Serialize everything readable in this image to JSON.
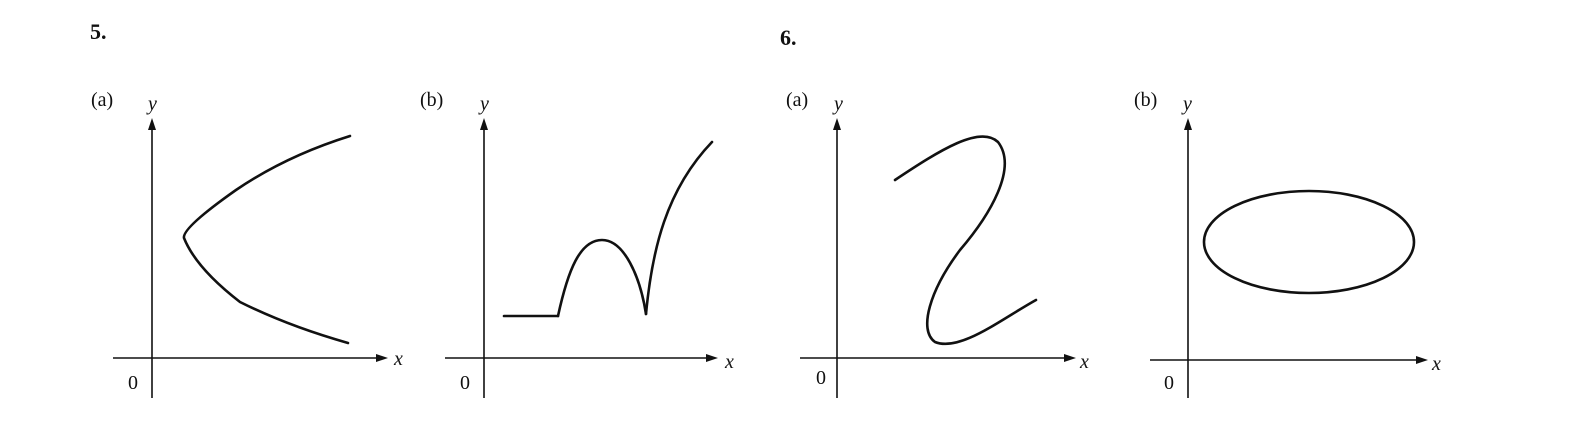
{
  "problems": [
    {
      "number": "5.",
      "panels": [
        {
          "part": "(a)",
          "x_label": "x",
          "y_label": "y",
          "origin_label": "0",
          "curve": "sideways-parabola"
        },
        {
          "part": "(b)",
          "x_label": "x",
          "y_label": "y",
          "origin_label": "0",
          "curve": "flat-arch-rise"
        }
      ]
    },
    {
      "number": "6.",
      "panels": [
        {
          "part": "(a)",
          "x_label": "x",
          "y_label": "y",
          "origin_label": "0",
          "curve": "s-shape"
        },
        {
          "part": "(b)",
          "x_label": "x",
          "y_label": "y",
          "origin_label": "0",
          "curve": "ellipse"
        }
      ]
    }
  ]
}
